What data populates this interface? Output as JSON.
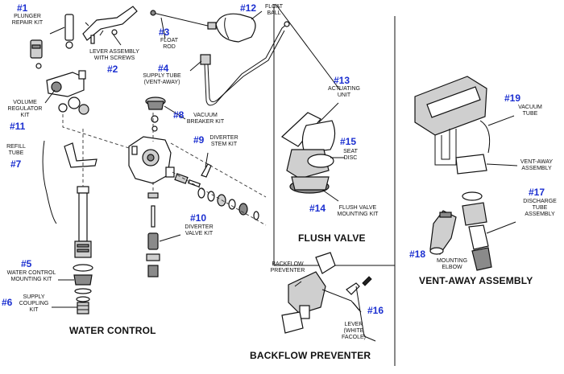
{
  "sections": {
    "water_control": "WATER CONTROL",
    "flush_valve": "FLUSH VALVE",
    "vent_away": "VENT-AWAY ASSEMBLY",
    "backflow": "BACKFLOW PREVENTER"
  },
  "parts": [
    {
      "id": "p1",
      "number": "#1",
      "label": [
        "PLUNGER",
        "REPAIR KIT"
      ]
    },
    {
      "id": "p2",
      "number": "#2",
      "label": [
        "LEVER ASSEMBLY",
        "WITH SCREWS"
      ]
    },
    {
      "id": "p3",
      "number": "#3",
      "label": [
        "FLOAT",
        "ROD"
      ]
    },
    {
      "id": "p4",
      "number": "#4",
      "label": [
        "SUPPLY TUBE",
        "(VENT-AWAY)"
      ]
    },
    {
      "id": "p5",
      "number": "#5",
      "label": [
        "WATER CONTROL",
        "MOUNTING KIT"
      ]
    },
    {
      "id": "p6",
      "number": "#6",
      "label": [
        "SUPPLY",
        "COUPLING",
        "KIT"
      ]
    },
    {
      "id": "p7",
      "number": "#7",
      "label": [
        "REFILL",
        "TUBE"
      ]
    },
    {
      "id": "p8",
      "number": "#8",
      "label": [
        "VACUUM",
        "BREAKER KIT"
      ]
    },
    {
      "id": "p9",
      "number": "#9",
      "label": [
        "DIVERTER",
        "STEM KIT"
      ]
    },
    {
      "id": "p10",
      "number": "#10",
      "label": [
        "DIVERTER",
        "VALVE KIT"
      ]
    },
    {
      "id": "p11",
      "number": "#11",
      "label": [
        "VOLUME",
        "REGULATOR",
        "KIT"
      ]
    },
    {
      "id": "p12",
      "number": "#12",
      "label": [
        "FLOAT",
        "BALL"
      ]
    },
    {
      "id": "p13",
      "number": "#13",
      "label": [
        "ACTUATING",
        "UNIT"
      ]
    },
    {
      "id": "p14",
      "number": "#14",
      "label": [
        "FLUSH VALVE",
        "MOUNTING KIT"
      ]
    },
    {
      "id": "p15",
      "number": "#15",
      "label": [
        "SEAT",
        "DISC"
      ]
    },
    {
      "id": "p16",
      "number": "#16",
      "label": [
        "LEVER",
        "(WHITE",
        "FACOLE)"
      ]
    },
    {
      "id": "p17",
      "number": "#17",
      "label": [
        "DISCHARGE",
        "TUBE",
        "ASSEMBLY"
      ]
    },
    {
      "id": "p18",
      "number": "#18",
      "label": [
        "MOUNTING",
        "ELBOW"
      ]
    },
    {
      "id": "p19",
      "number": "#19",
      "label": [
        "VACUUM",
        "TUBE"
      ]
    },
    {
      "id": "p20",
      "number": "",
      "label": [
        "VENT-AWAY",
        "ASSEMBLY"
      ]
    },
    {
      "id": "p21",
      "number": "",
      "label": [
        "BACKFLOW",
        "PREVENTER"
      ]
    }
  ]
}
